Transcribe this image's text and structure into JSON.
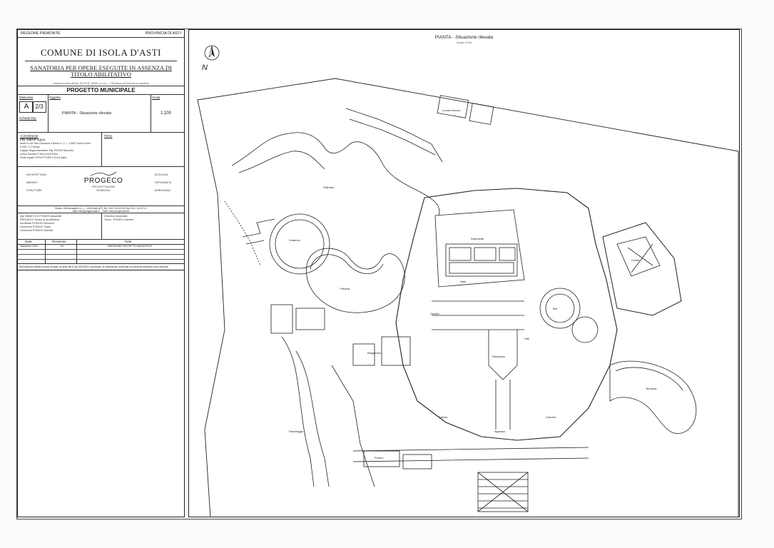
{
  "title_block": {
    "region": "REGIONE PIEMONTE",
    "province": "PROVINCIA DI ASTI",
    "comune": "COMUNE DI ISOLA D'ASTI",
    "sanatoria": "SANATORIA PER OPERE ESEGUITE IN ASSENZA DI TITOLO ABILITATIVO",
    "sanatoria_note": "Istanza ai sensi dell'art. 36 D.P.R. 380/01 e s.m.i. — Permesso di costruire in sanatoria",
    "progetto": "PROGETTO MUNICIPALE",
    "elaborato_label": "Elaborato",
    "elaborato_letter": "A",
    "elaborato_number": "2/3",
    "revision_label": "Scheda Tav.",
    "oggetto_label": "Oggetto",
    "oggetto_prefix": "PIANTA - ",
    "oggetto_text": "Situazione rilevata",
    "scala_label": "Scala",
    "scala_value": "1:200",
    "committente_label": "Committente",
    "committente_name": "FIN SIMAP S.p.a.",
    "committente_lines": [
      "sede in via San Giovanni d'Asolo n. 2 — 14057 Isola d'Asti",
      "P.IVA / C.Fiscale",
      "Legale Rappresentante Sig. ROSSI Marcello",
      "Unica Società P.IVA 011022304",
      "Sede legale STRUTTURE ISOLA dalle"
    ],
    "firme_label": "Firme",
    "logo_left": [
      "ARCHITETTURA",
      "IMPIANTI",
      "STRUTTURE"
    ],
    "logo_name": "PROGECO",
    "logo_sub": [
      "PROGETTAZIONI",
      "GENERALI"
    ],
    "logo_right": [
      "GEOLOGIA",
      "TOPOGRAFIA",
      "AGRONOMIA"
    ],
    "address_lines": [
      "Studio: Via Maccaferri n.1 — 14100 Asti (AT) Tel. 0141 / 44 43 45 Fax 0141 / 44 92 01",
      "Mail: info@progecoasti.it — Web: www.progecoasti.it"
    ],
    "tecnici_lines": [
      "Ing. BIANCHI & PONZIO Associati",
      "PROGECO Studio di architettura",
      "Architetto PONZIO Giovanni",
      "Geometra PONZIO Silvia",
      "Geometra PONZIO Daniele"
    ],
    "tecnici_right": [
      "Il tecnico incaricato:",
      "Geom. PONZIO Daniele"
    ],
    "rev_headers": [
      "Data",
      "Revisione",
      "Note"
    ],
    "rev_rows": [
      [
        "Settembre 2024",
        "00",
        "EMISSIONE PROGETTO MUNICIPALE"
      ],
      [
        "",
        "",
        ""
      ],
      [
        "",
        "",
        ""
      ],
      [
        "",
        "",
        ""
      ]
    ],
    "footnote": "Riproduzione vietata ai sensi di legge. Ai sensi del D.lgs 196/2003 e successivi, le informazioni contenute nel presente elaborato sono riservate."
  },
  "plan": {
    "title_prefix": "PIANTA - ",
    "title_italic": "Situazione rilevata",
    "scale_note": "Scala 1:200",
    "north": "N",
    "labels": [
      "Giardino",
      "Piscina",
      "Solarium",
      "Ingresso",
      "Reception",
      "Sala",
      "Ristorante",
      "Bar",
      "Cucina",
      "Hall",
      "Terrazza",
      "Portico",
      "Cortile",
      "Camere",
      "Salone",
      "Parcheggio",
      "Magazzino",
      "Locale tecnico"
    ]
  }
}
